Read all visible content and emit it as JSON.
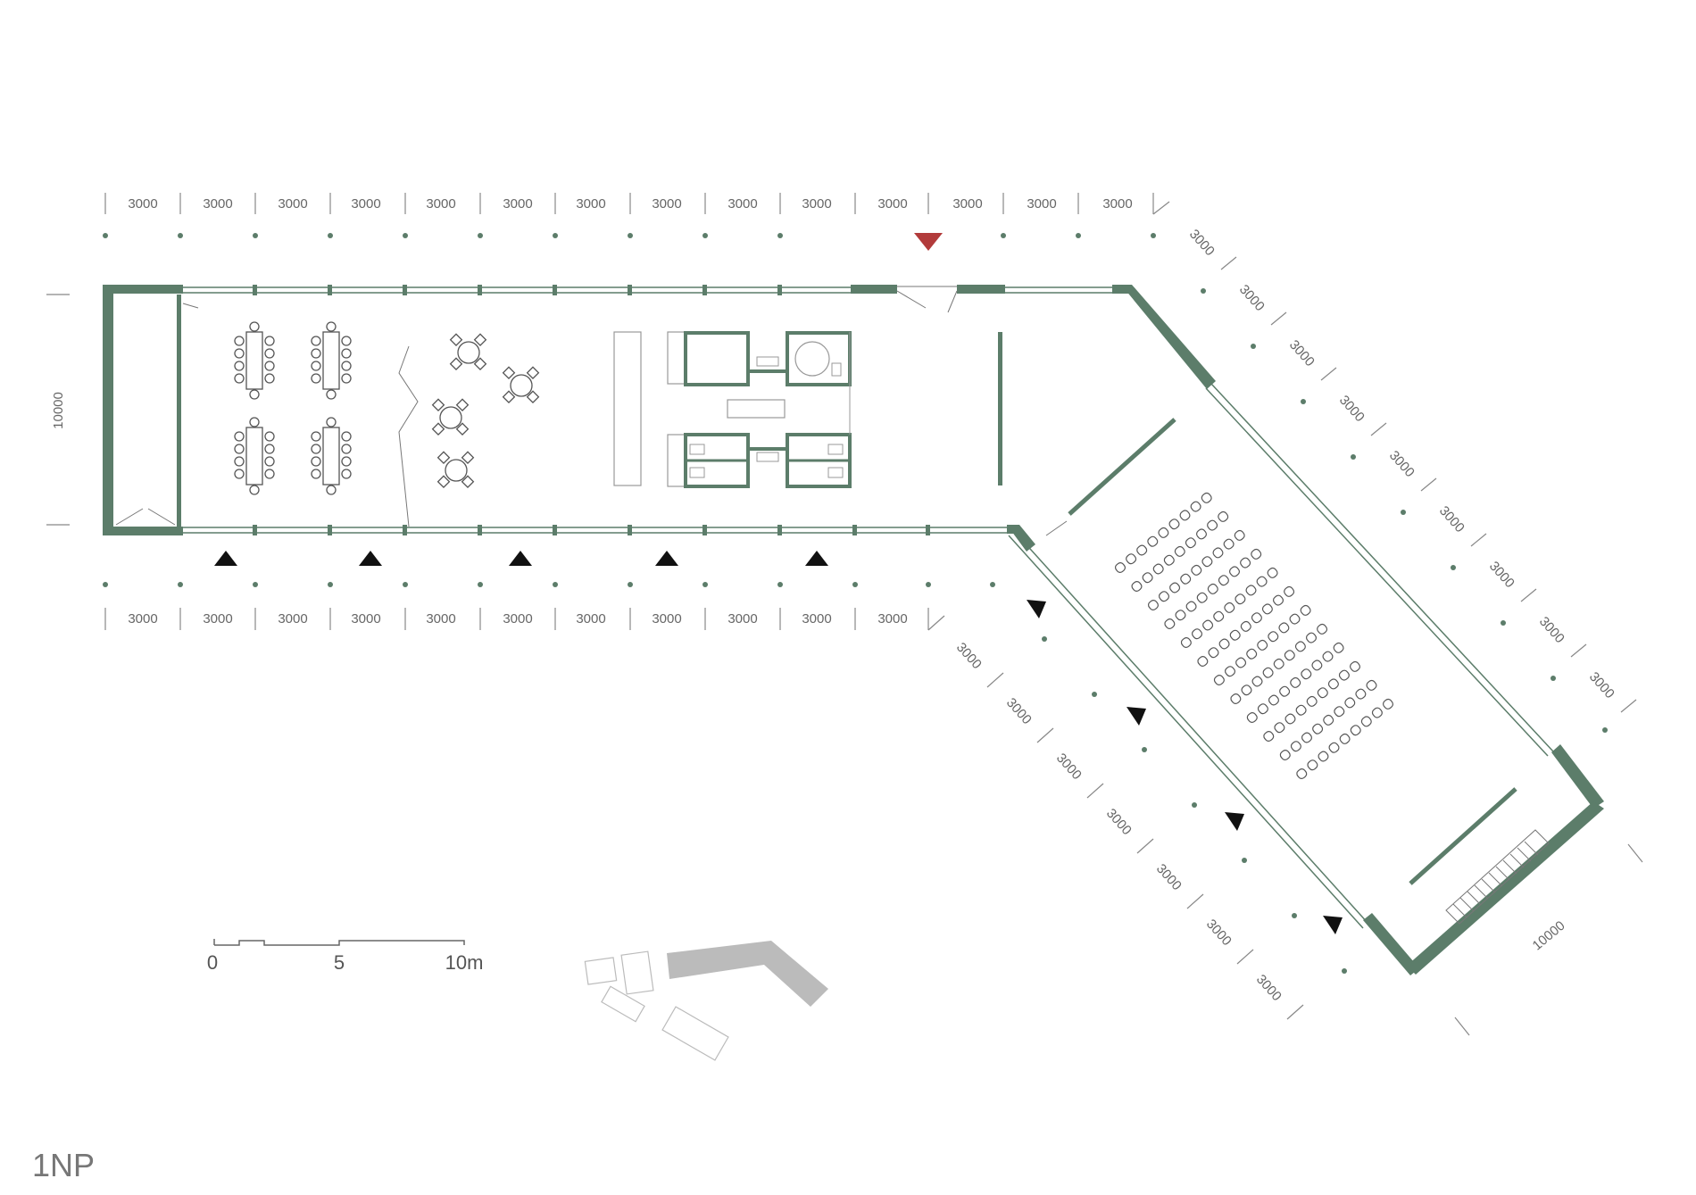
{
  "level_label": "1NP",
  "colors": {
    "wall": "#5c7d6a",
    "dimension": "#666666",
    "entrance_main": "#b23b3b",
    "entrance": "#111111",
    "context": "#bbbbbb"
  },
  "dimensions": {
    "top_segments": [
      "3000",
      "3000",
      "3000",
      "3000",
      "3000",
      "3000",
      "3000",
      "3000",
      "3000",
      "3000",
      "3000",
      "3000",
      "3000",
      "3000"
    ],
    "bottom_segments": [
      "3000",
      "3000",
      "3000",
      "3000",
      "3000",
      "3000",
      "3000",
      "3000",
      "3000",
      "3000",
      "3000"
    ],
    "outer_diagonal_segments": [
      "3000",
      "3000",
      "3000",
      "3000",
      "3000",
      "3000",
      "3000",
      "3000",
      "3000"
    ],
    "inner_diagonal_segments": [
      "3000",
      "3000",
      "3000",
      "3000",
      "3000",
      "3000",
      "3000"
    ],
    "left_width": "10000",
    "wing_width": "10000"
  },
  "scale_bar": {
    "labels": [
      "0",
      "5",
      "10m"
    ]
  }
}
